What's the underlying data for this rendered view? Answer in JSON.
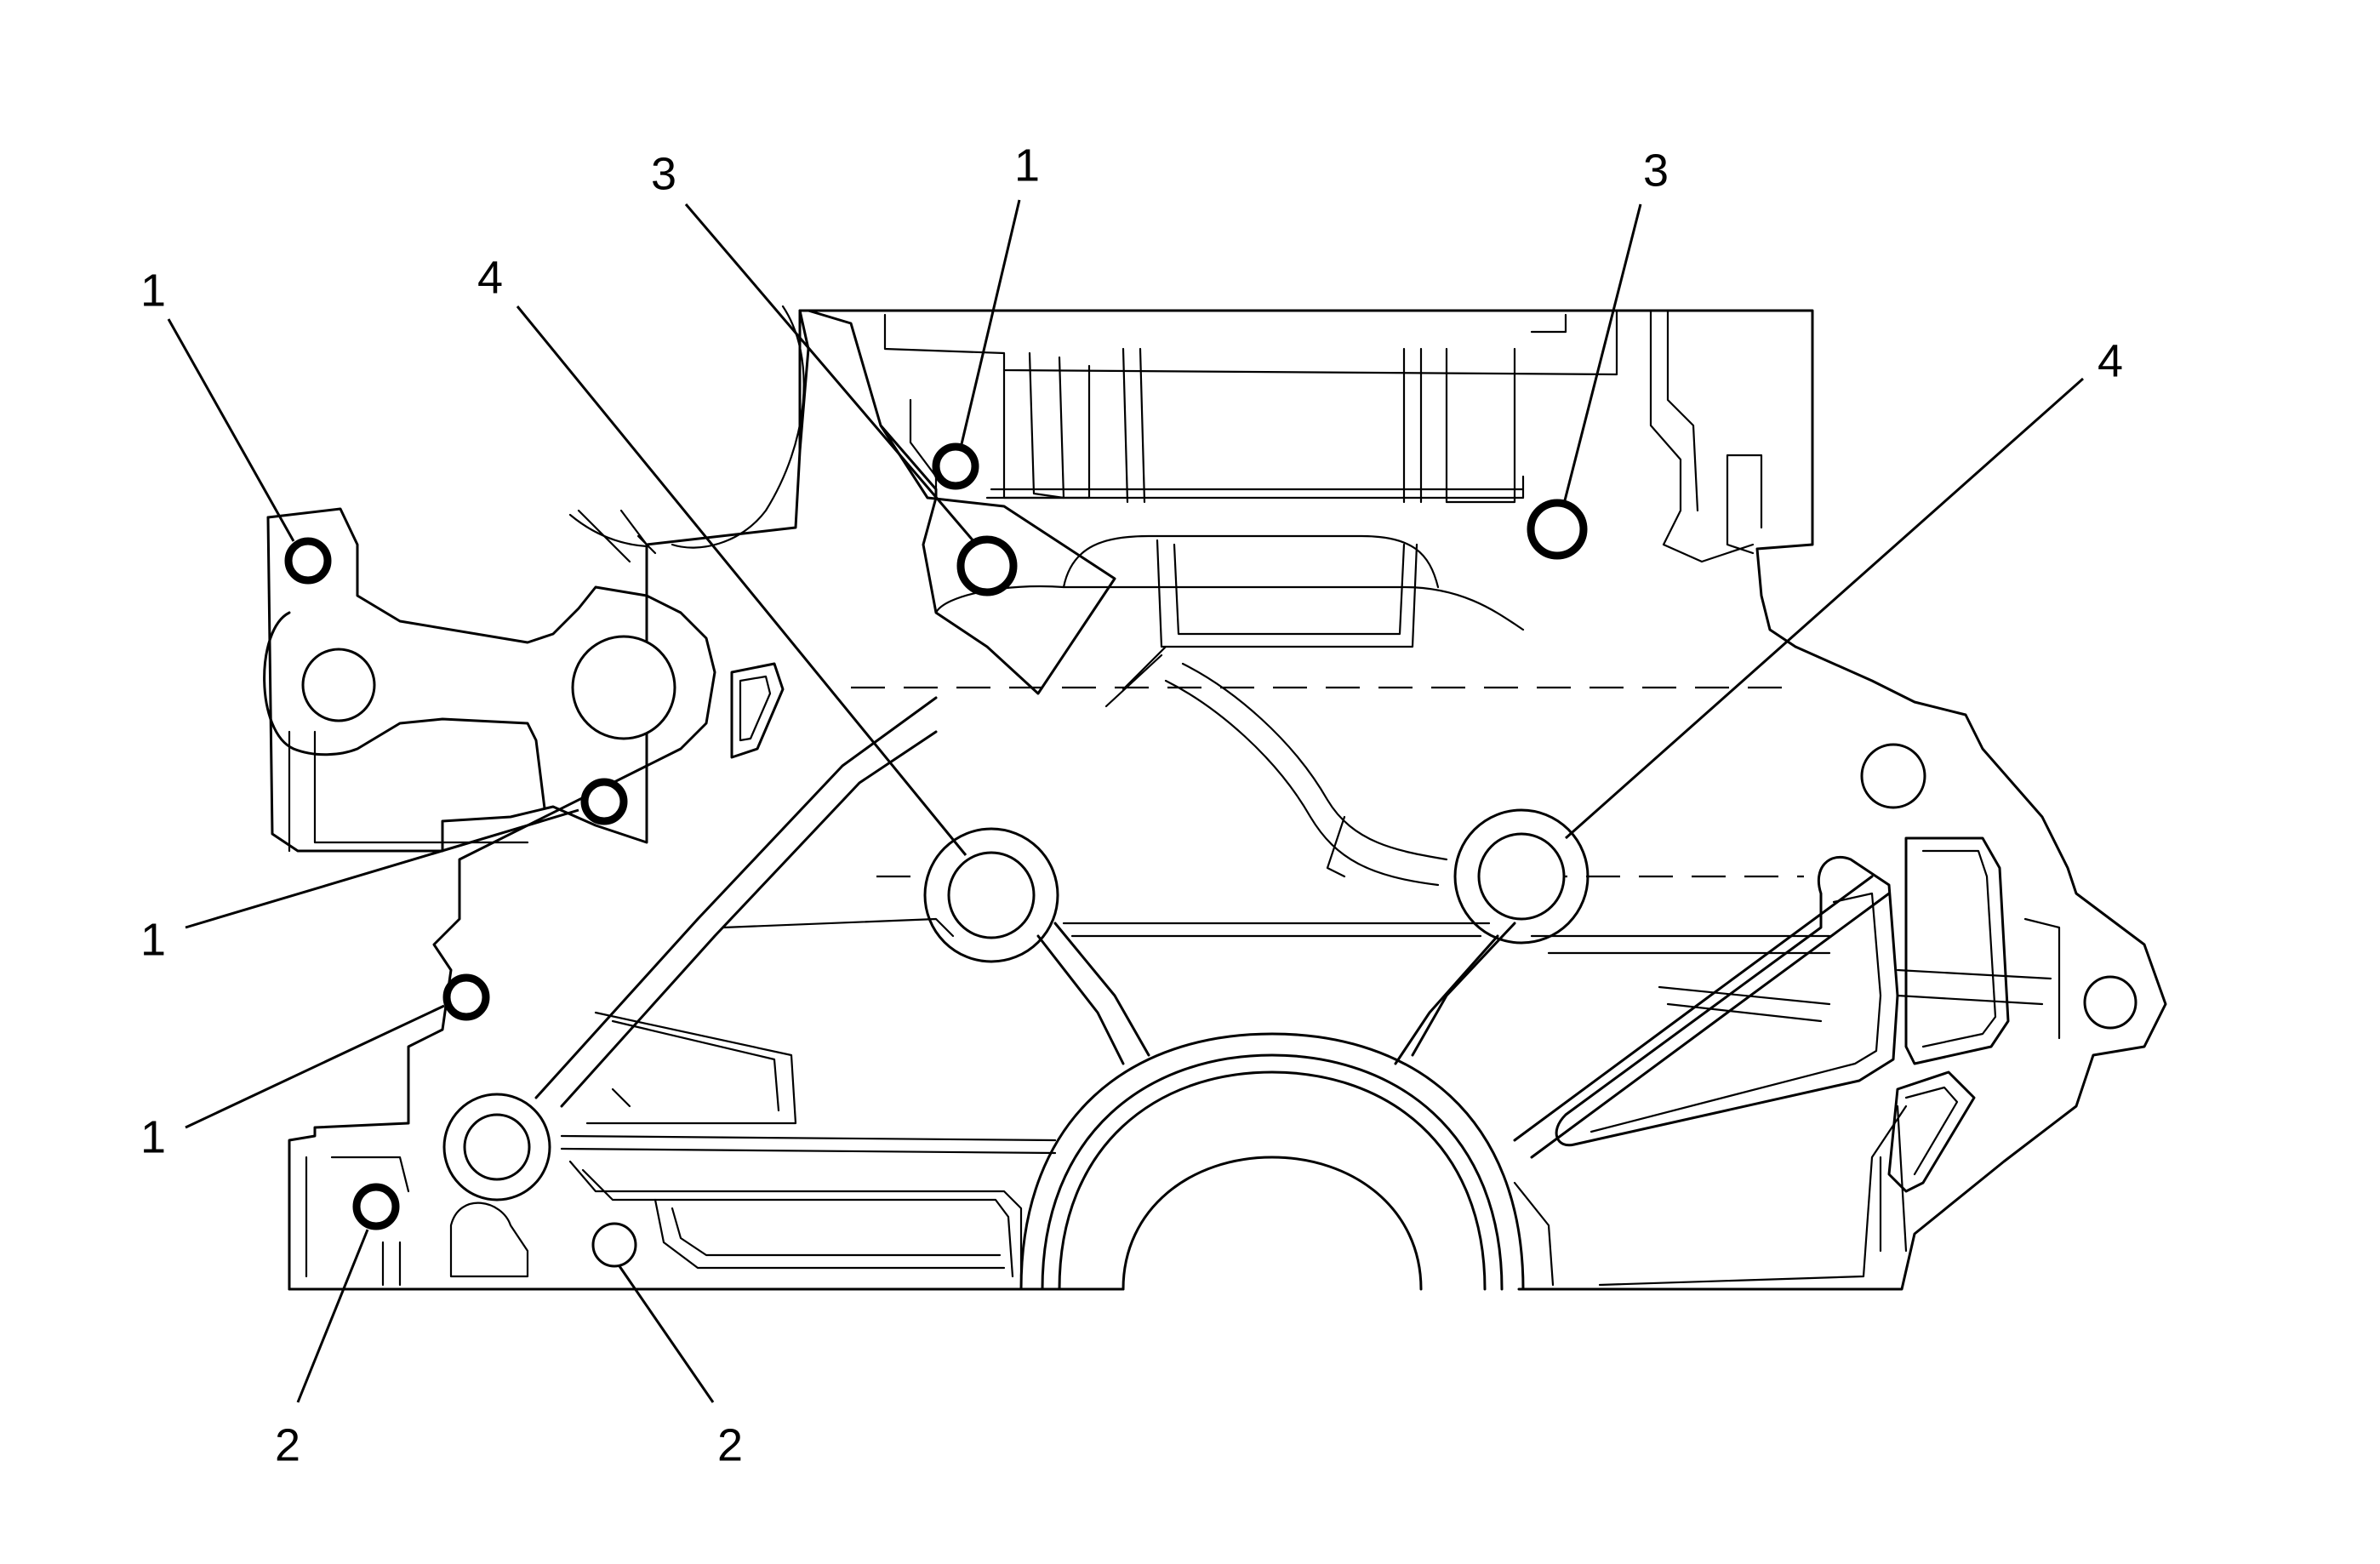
{
  "figure": {
    "callouts": [
      {
        "id": "c1a",
        "label": "1"
      },
      {
        "id": "c1b",
        "label": "1"
      },
      {
        "id": "c1c",
        "label": "1"
      },
      {
        "id": "c1d",
        "label": "1"
      },
      {
        "id": "c2a",
        "label": "2"
      },
      {
        "id": "c2b",
        "label": "2"
      },
      {
        "id": "c3a",
        "label": "3"
      },
      {
        "id": "c3b",
        "label": "3"
      },
      {
        "id": "c4a",
        "label": "4"
      },
      {
        "id": "c4b",
        "label": "4"
      }
    ]
  }
}
